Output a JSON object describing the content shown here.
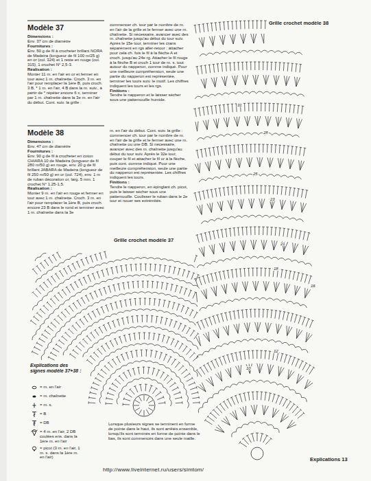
{
  "diagram": {
    "labels": [
      "Modèle 37",
      "Dimensions :",
      "Env. 37 cm de diamètre",
      "Fournitures :",
      "Env. 50 g de fil à crocheter brillant NORA de Madeira (longueur de fil 100 m/25 g) en or (col. 324) et 1 reste en rouge (col. 315), 1 crochet N° 2,5-3.",
      "Réalisation :",
      "Monter 11 m. en l'air en or et fermer en tour avec 1 m. chaînette. Croch. 3 m. en l'air pour remplacer la 1ère B, puis croch. 3 B, * 1 m. en l'air, 4 B dans la m. suiv., à partir de * répéter encore 6 x, terminer par 1 m. chaînette dans la 3e m. en l'air du début. Cont. suiv. la grille :",
      "commencer ch. tour par le nombre de m. en l'air de la grille et le fermer avec une m. chaînette. Si nécessaire, avancer avec des m. chaînette jusqu'au début du tour suiv. Après le 15e tour, terminer les crans séparément en rgs aller-retour ; attacher pour cela ch. fois le fil à la flèche A et croch. jusqu'au 24e rg. Attacher le fil rouge à la flèche B et croch 1 tour de m. s. tout autour du napperon, comme indiqué. Pour une meilleure compréhension, seule une partie du napperon est représentée, terminer les tours suiv. le motif. Les chiffres indiquent les tours et les rgs.",
      "Finitions :",
      "Tendre le napperon et le laisser sécher sous une pattemouille humide.",
      "Modèle 38",
      "Dimensions :",
      "Env. 47 cm de diamètre",
      "Fournitures :",
      "Env. 90 g de fil à crocheter en coton CHIARA 10 de Madeira (longueur de fil 280 m/50 g) en rouge, env. 20 g de fil brillant JABARA de Madeira (longueur de fil 250 m/50 g) en or (col. 724), env. 1 m de ruban décoration or, larg. 5 mm. 1 crochet N° 1,25-1,5.",
      "Réalisation :",
      "Monter 9 m. en l'air en rouge et fermer en tour avec 1 m. chaînette. Croch. 3 m. en l'air pour remplacer la 1ère B, puis croch. encore 23 B dans le rond et terminer avec 1 m. chaînette dans la 3e",
      "m. en l'air du début. Cont. suiv. la grille : commencer ch. tour par le nombre de m. en l'air de la grille et le fermer avec une m. chaînette ou une DB. Si nécessaire, avancer avec des m. chaînette jusqu'au début du tour suiv. Après le 32e tour, couper le fil et attacher le fil or à la flèche, puis cont. comme indiqué. Pour une meilleure compréhension, seule une partie du napperon est représentée. Les chiffres indiquent les tours.",
      "Finitions :",
      "Tendre le napperon, en épinglant ch. picot, puis le laisser sécher sous une pattemouille. Coulisser le ruban dans le 2e tour et nouer ses extrémités.",
      "Grille crochet modèle 38",
      "Grille crochet modèle 37",
      "Explications des signes modèle 37+38 :",
      "Lorsque plusieurs signes se terminent en forme de pointe dans le haut, ils sont arrêtés ensemble, lorsqu'ils sont terminés en forme de pointe dans le bas, ils sont commencés dans une seule maille.",
      "31",
      "28",
      "25",
      "23",
      "21",
      "18",
      "16",
      "12",
      "10",
      "http://www.liveinternet.ru/users/simtom/",
      "Explications 13"
    ],
    "legend": [
      {
        "text": "= m. en l'air"
      },
      {
        "text": "= m. chaînette"
      },
      {
        "text": "= m. s."
      },
      {
        "text": "= B"
      },
      {
        "text": "= DB"
      },
      {
        "text": "= 4 m. en l'air, 2 DB coulées ens. dans la 1ère m. en l'air"
      },
      {
        "text": "= picot (3 m. en l'air, 1 m. s. dans la 1ère m. en l'air)"
      }
    ]
  }
}
